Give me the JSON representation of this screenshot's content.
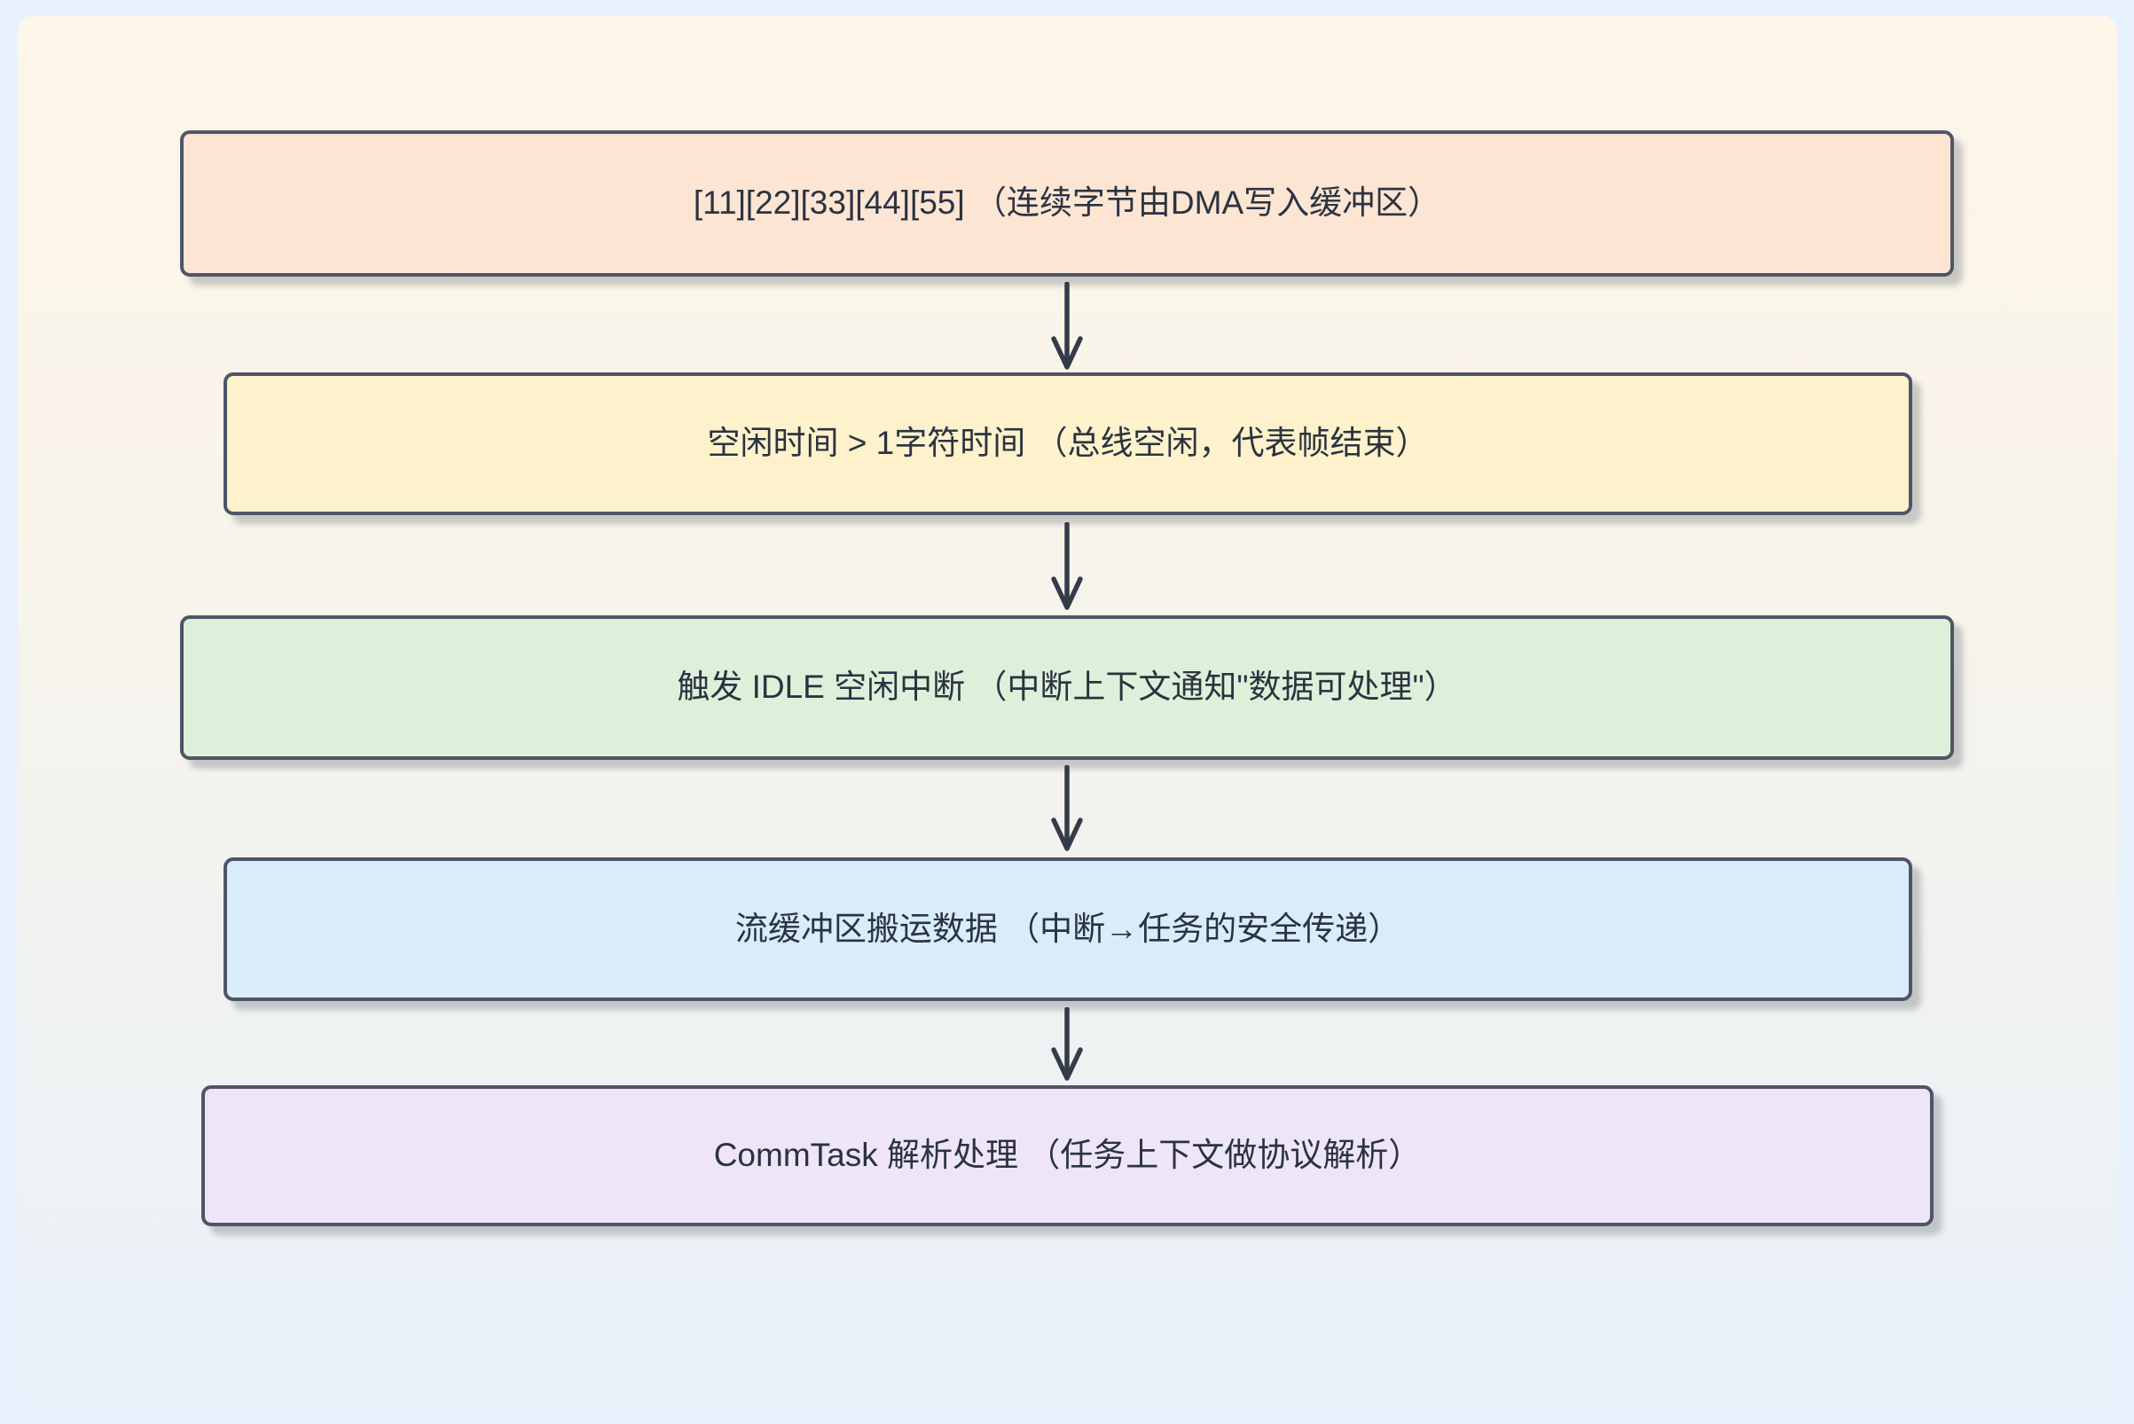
{
  "colors": {
    "outer_background": "#e8f2fd",
    "panel_gradient_top": "#fdf6e9",
    "panel_gradient_bottom": "#e9f1fa",
    "node_border": "#4e5666",
    "node_text": "#2b3340",
    "arrow": "#343c4a"
  },
  "flowchart": {
    "type": "vertical-flow",
    "direction": "top-to-bottom",
    "nodes": [
      {
        "id": "dma-write",
        "label": "[11][22][33][44][55] （连续字节由DMA写入缓冲区）",
        "fill": "#fce5d3"
      },
      {
        "id": "idle-time",
        "label": "空闲时间 > 1字符时间 （总线空闲，代表帧结束）",
        "fill": "#fdf2cb"
      },
      {
        "id": "idle-interrupt",
        "label": "触发 IDLE 空闲中断 （中断上下文通知\"数据可处理\"）",
        "fill": "#def0da"
      },
      {
        "id": "stream-buffer",
        "label": "流缓冲区搬运数据 （中断→任务的安全传递）",
        "fill": "#d9ecfb"
      },
      {
        "id": "comm-task",
        "label": "CommTask 解析处理 （任务上下文做协议解析）",
        "fill": "#eee5f8"
      }
    ],
    "connectors": [
      {
        "from": "dma-write",
        "to": "idle-time"
      },
      {
        "from": "idle-time",
        "to": "idle-interrupt"
      },
      {
        "from": "idle-interrupt",
        "to": "stream-buffer"
      },
      {
        "from": "stream-buffer",
        "to": "comm-task"
      }
    ]
  }
}
